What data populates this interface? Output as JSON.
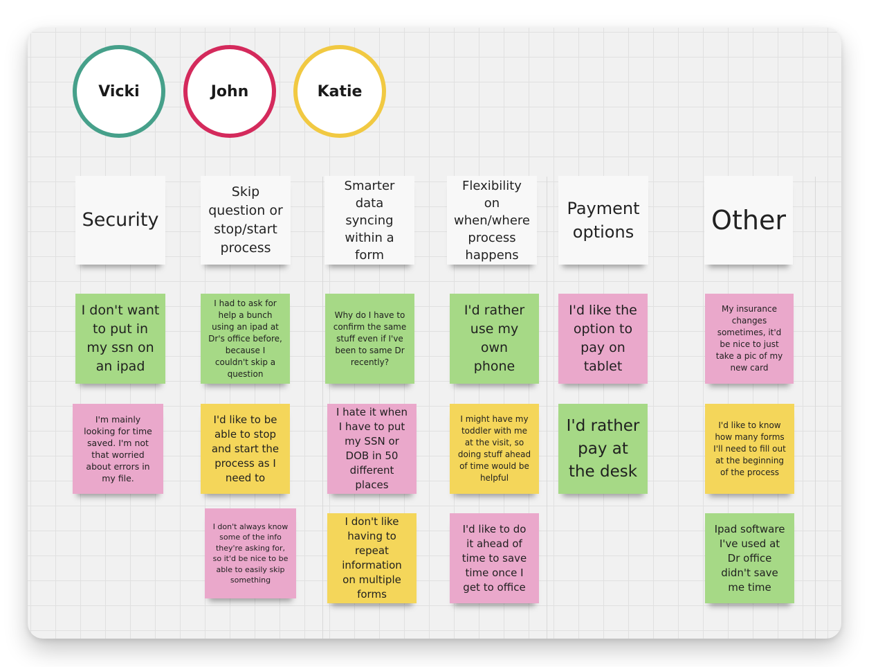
{
  "colors": {
    "green": "#a6d986",
    "pink": "#eaa8cb",
    "yellow": "#f4d65a",
    "header": "#f8f8f8",
    "vicki_ring": "#46a08a",
    "john_ring": "#d42a5c",
    "katie_ring": "#f1c942"
  },
  "people": [
    {
      "name": "Vicki",
      "ring_color": "#46a08a"
    },
    {
      "name": "John",
      "ring_color": "#d42a5c"
    },
    {
      "name": "Katie",
      "ring_color": "#f1c942"
    }
  ],
  "columns": [
    {
      "header": "Security",
      "notes": [
        {
          "text": "I don't want to put in my ssn on an ipad",
          "color": "green"
        },
        {
          "text": "I'm mainly looking for time saved. I'm not that worried about errors in my file.",
          "color": "pink"
        }
      ]
    },
    {
      "header": "Skip question or stop/start process",
      "notes": [
        {
          "text": "I had to ask for help a bunch using an ipad at Dr's office before, because I couldn't skip a question",
          "color": "green"
        },
        {
          "text": "I'd like to be able to stop and start the process as I need to",
          "color": "yellow"
        },
        {
          "text": "I don't always know some of the info they're asking for, so it'd be nice to be able to easily skip something",
          "color": "pink"
        }
      ]
    },
    {
      "header": "Smarter data syncing within a form",
      "notes": [
        {
          "text": "Why do I have to confirm the same stuff even if I've been to same Dr recently?",
          "color": "green"
        },
        {
          "text": "I hate it when I have to put my SSN or DOB in 50 different places",
          "color": "pink"
        },
        {
          "text": "I don't like having to repeat information on multiple forms",
          "color": "yellow"
        }
      ]
    },
    {
      "header": "Flexibility on when/where process happens",
      "notes": [
        {
          "text": "I'd rather use my own phone",
          "color": "green"
        },
        {
          "text": "I might have my toddler with me at the visit, so doing stuff ahead of time would be helpful",
          "color": "yellow"
        },
        {
          "text": "I'd like to do it ahead of time to save time once I get to office",
          "color": "pink"
        }
      ]
    },
    {
      "header": "Payment options",
      "notes": [
        {
          "text": "I'd like the option to pay on tablet",
          "color": "pink"
        },
        {
          "text": "I'd rather pay at the desk",
          "color": "green"
        }
      ]
    },
    {
      "header": "Other",
      "notes": [
        {
          "text": "My insurance changes sometimes, it'd be nice to just take a pic of my new card",
          "color": "pink"
        },
        {
          "text": "I'd like to know how many forms I'll need to fill out at the beginning of the process",
          "color": "yellow"
        },
        {
          "text": "Ipad software I've used at Dr office didn't save me time",
          "color": "green"
        }
      ]
    }
  ]
}
